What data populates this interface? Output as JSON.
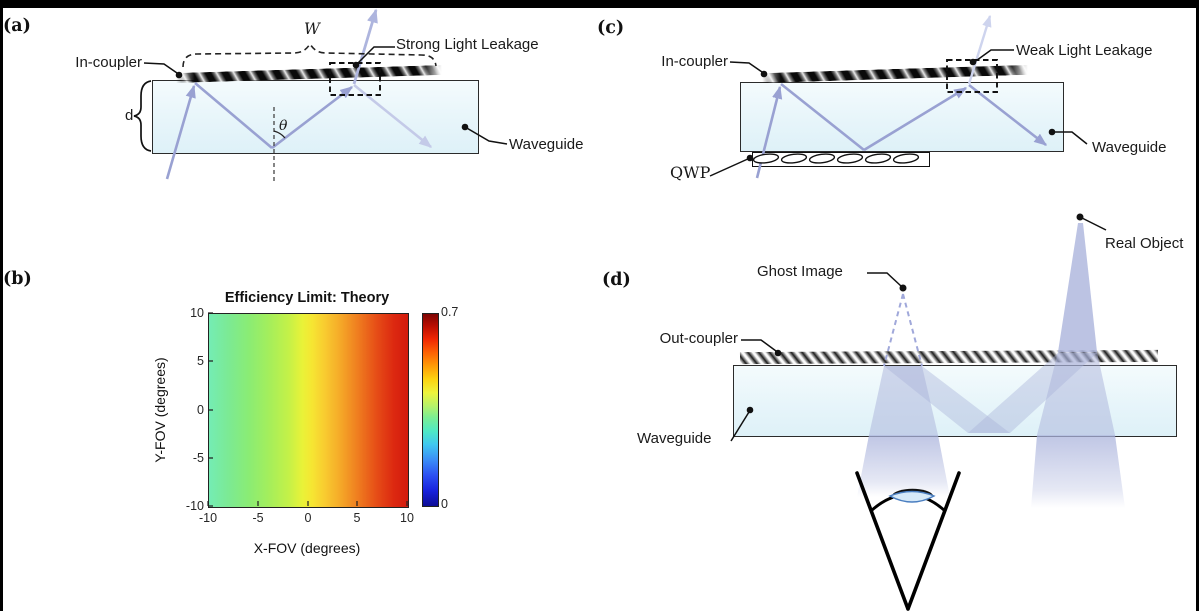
{
  "panel_a": {
    "label": "(a)",
    "in_coupler": "In-coupler",
    "width_symbol": "W",
    "leakage": "Strong Light Leakage",
    "thickness_symbol": "d",
    "angle_symbol": "θ",
    "waveguide": "Waveguide"
  },
  "panel_b": {
    "label": "(b)"
  },
  "panel_c": {
    "label": "(c)",
    "in_coupler": "In-coupler",
    "leakage": "Weak Light Leakage",
    "qwp": "QWP",
    "waveguide": "Waveguide"
  },
  "panel_d": {
    "label": "(d)",
    "ghost": "Ghost Image",
    "real": "Real Object",
    "out_coupler": "Out-coupler",
    "waveguide": "Waveguide"
  },
  "colors": {
    "ray": "#99a1d2",
    "ray_faint": "#c4cae8",
    "ray_exit_strong": "#aeb5de",
    "ray_exit_weak": "#ced4ee",
    "cone": "#aab3dc",
    "waveguide_fill": "#e9f6fb"
  },
  "chart_data": {
    "type": "heatmap",
    "title": "Efficiency Limit: Theory",
    "xlabel": "X-FOV (degrees)",
    "ylabel": "Y-FOV (degrees)",
    "x_ticks": [
      "-10",
      "-5",
      "0",
      "5",
      "10"
    ],
    "y_ticks": [
      "10",
      "5",
      "0",
      "-5",
      "-10"
    ],
    "xlim": [
      -10,
      10
    ],
    "ylim": [
      -10,
      10
    ],
    "grid": false,
    "colorbar": {
      "min": 0,
      "max": 0.7,
      "min_label": "0",
      "max_label": "0.7",
      "colormap": "jet",
      "position": "right"
    },
    "x": [
      -10,
      -5,
      0,
      5,
      10
    ],
    "efficiency_vs_x": [
      0.3,
      0.36,
      0.44,
      0.54,
      0.65
    ],
    "note": "Efficiency limit varies mainly with X-FOV (green ~0.3 at -10° to dark red ~0.65 at +10°); approximately constant along Y-FOV",
    "gradient_stops": [
      "#74ecb4",
      "#8aec74",
      "#c4f148",
      "#f0ee34",
      "#f8cc30",
      "#f09d26",
      "#e64e17",
      "#d31b0d"
    ]
  }
}
